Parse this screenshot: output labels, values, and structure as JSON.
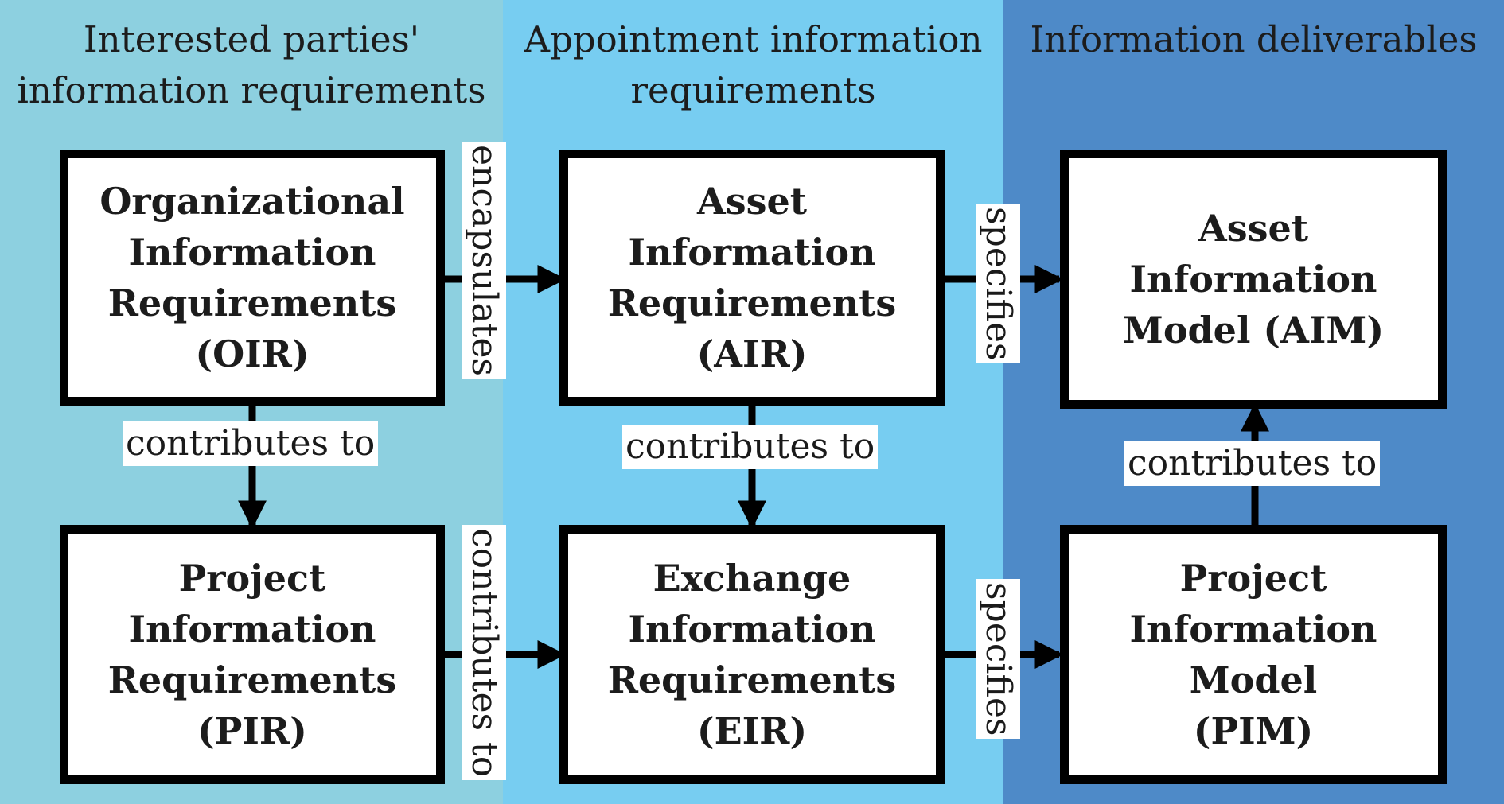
{
  "columns": [
    {
      "title": "Interested parties'\ninformation requirements"
    },
    {
      "title": "Appointment information\nrequirements"
    },
    {
      "title": "Information deliverables"
    }
  ],
  "boxes": {
    "oir": "Organizational\nInformation\nRequirements\n(OIR)",
    "air": "Asset Information\nRequirements\n(AIR)",
    "aim": "Asset Information\nModel (AIM)",
    "pir": "Project\nInformation\nRequirements\n(PIR)",
    "eir": "Exchange\nInformation\nRequirements\n(EIR)",
    "pim": "Project\nInformation Model\n(PIM)"
  },
  "relations": {
    "oir_air": "encapsulates",
    "air_aim": "specifies",
    "oir_pir": "contributes to",
    "air_eir": "contributes to",
    "pim_aim": "contributes to",
    "pir_eir": "contributes to",
    "eir_pim": "specifies"
  },
  "colors": {
    "column_1": "#8dd0e0",
    "column_2": "#77cdf1",
    "column_3": "#4e8ac8",
    "box_border": "#000000",
    "box_fill": "#ffffff"
  }
}
